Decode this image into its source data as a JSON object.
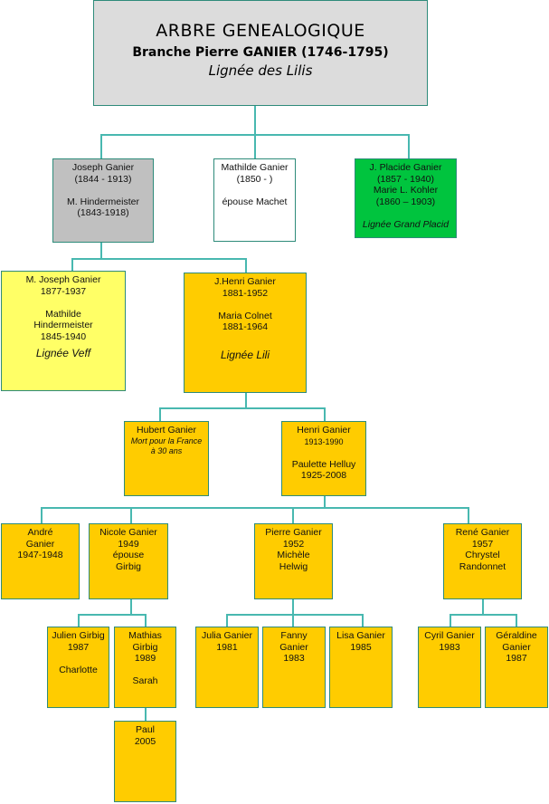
{
  "title": {
    "main": "ARBRE GENEALOGIQUE",
    "branch": "Branche Pierre GANIER (1746-1795)",
    "lineage": "Lignée des Lilis"
  },
  "colors": {
    "gray": "#c0c0c0",
    "green": "#00c43e",
    "light_yellow": "#ffff66",
    "orange": "#ffcc00",
    "line": "#48b8b0"
  },
  "people": {
    "joseph": {
      "lines": [
        "Joseph Ganier",
        "(1844 - 1913)",
        "",
        "M. Hindermeister",
        "(1843-1918)"
      ]
    },
    "mathilde": {
      "lines": [
        "Mathilde Ganier",
        "(1850 -    )",
        "",
        "épouse Machet"
      ]
    },
    "placide": {
      "lines": [
        "J. Placide Ganier",
        "(1857 - 1940)",
        "Marie L. Kohler",
        "(1860 – 1903)",
        ""
      ],
      "lineage": "Lignée Grand Placid"
    },
    "mjoseph": {
      "lines": [
        "M. Joseph Ganier",
        "1877-1937",
        "",
        "Mathilde",
        "Hindermeister",
        "1845-1940"
      ],
      "lineage": "Lignée Veff"
    },
    "jhenri": {
      "lines": [
        "J.Henri Ganier",
        "1881-1952",
        "",
        "Maria Colnet",
        "1881-1964",
        ""
      ],
      "lineage": "Lignée Lili"
    },
    "hubert": {
      "lines": [
        "Hubert Ganier"
      ],
      "note": "Mort pour la France",
      "note2": "à 30 ans"
    },
    "henri": {
      "lines": [
        "Henri Ganier"
      ],
      "dates": "1913-1990",
      "lines2": [
        "",
        "Paulette Helluy",
        "1925-2008"
      ]
    },
    "andre": {
      "lines": [
        "André",
        "Ganier",
        "1947-1948"
      ]
    },
    "nicole": {
      "lines": [
        "Nicole Ganier",
        "1949",
        "épouse",
        "Girbig"
      ]
    },
    "pierre": {
      "lines": [
        "Pierre Ganier",
        "1952",
        "Michèle",
        "Helwig"
      ]
    },
    "rene": {
      "lines": [
        "René Ganier",
        "1957",
        "Chrystel",
        "Randonnet"
      ]
    },
    "julien": {
      "lines": [
        "Julien Girbig",
        "1987",
        "",
        "Charlotte"
      ]
    },
    "mathias": {
      "lines": [
        "Mathias",
        "Girbig",
        "1989",
        "",
        "Sarah"
      ]
    },
    "paul": {
      "lines": [
        "Paul",
        "2005"
      ]
    },
    "julia": {
      "lines": [
        "Julia Ganier",
        "1981"
      ]
    },
    "fanny": {
      "lines": [
        "Fanny",
        "Ganier",
        "1983"
      ]
    },
    "lisa": {
      "lines": [
        "Lisa Ganier",
        "1985"
      ]
    },
    "cyril": {
      "lines": [
        "Cyril Ganier",
        "1983"
      ]
    },
    "geraldine": {
      "lines": [
        "Géraldine",
        "Ganier",
        "1987"
      ]
    }
  }
}
